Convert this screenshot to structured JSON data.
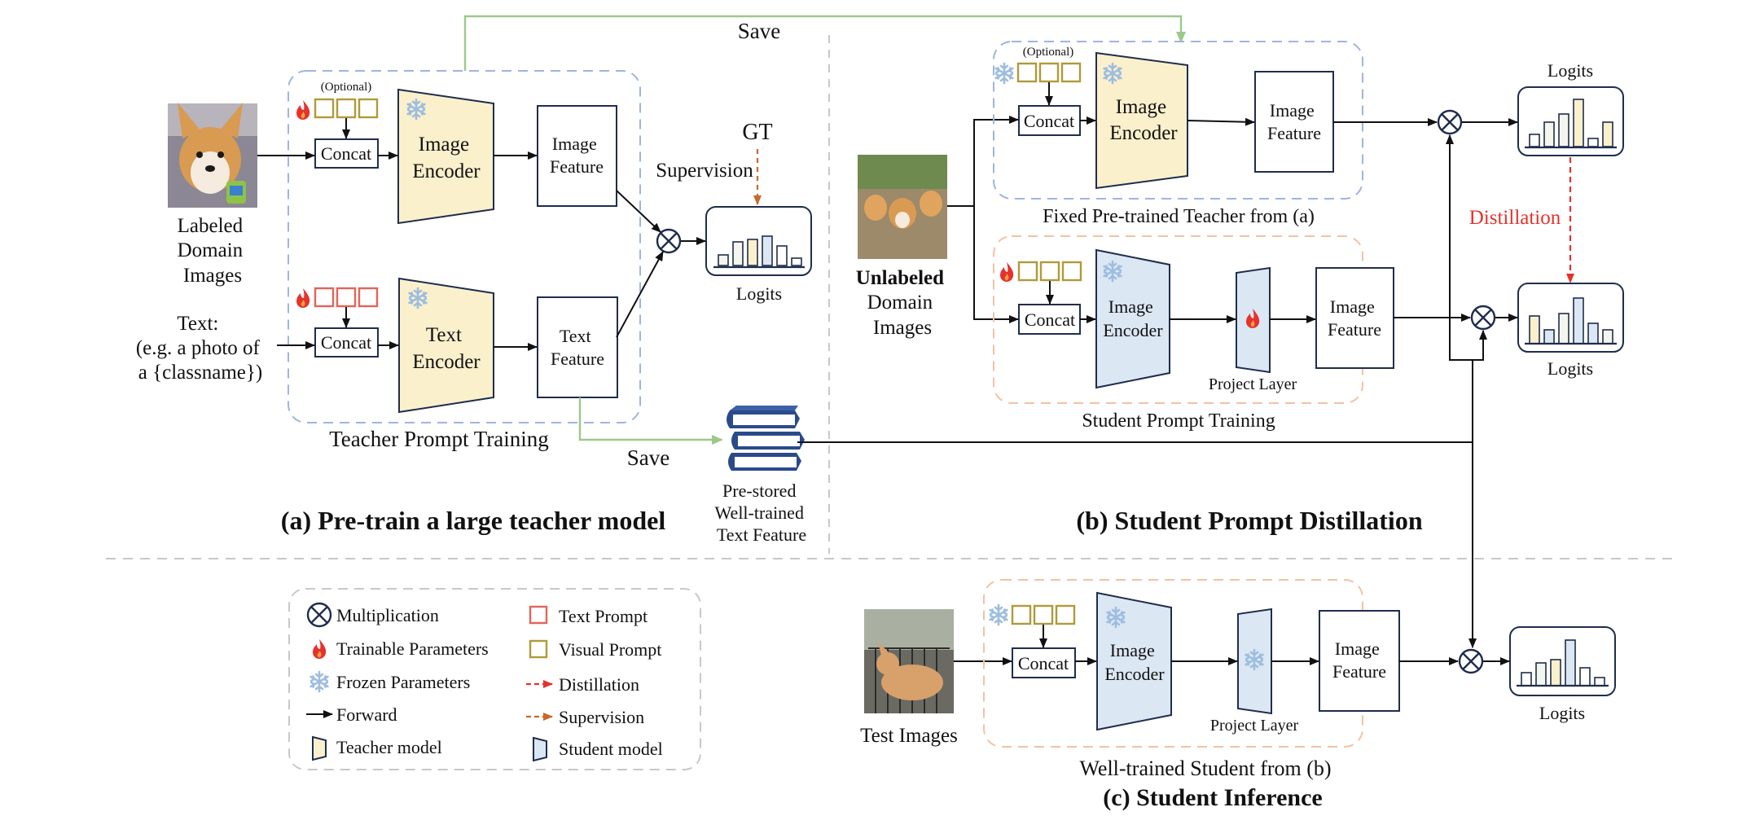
{
  "panel_a": {
    "input_lines": [
      "Labeled",
      "Domain",
      "Images"
    ],
    "optional": "(Optional)",
    "text_lines": [
      "Text:",
      "(e.g. a photo of",
      "a {classname})"
    ],
    "concat": "Concat",
    "image_encoder": [
      "Image",
      "Encoder"
    ],
    "text_encoder": [
      "Text",
      "Encoder"
    ],
    "image_feature": [
      "Image",
      "Feature"
    ],
    "text_feature": [
      "Text",
      "Feature"
    ],
    "gt": "GT",
    "supervision": "Supervision",
    "logits": "Logits",
    "box_caption": "Teacher Prompt Training",
    "save_top": "Save",
    "save_bottom": "Save",
    "prestored": [
      "Pre-stored",
      "Well-trained",
      "Text Feature"
    ],
    "title": "(a) Pre-train a large teacher model"
  },
  "panel_b": {
    "optional": "(Optional)",
    "concat": "Concat",
    "image_encoder": [
      "Image",
      "Encoder"
    ],
    "image_feature": [
      "Image",
      "Feature"
    ],
    "teacher_caption": "Fixed Pre-trained Teacher from (a)",
    "input_lines": [
      "Unlabeled",
      "Domain",
      "Images"
    ],
    "project_layer": "Project Layer",
    "student_caption": "Student Prompt Training",
    "distillation": "Distillation",
    "logits_top": "Logits",
    "logits_bottom": "Logits",
    "title": "(b) Student Prompt Distillation"
  },
  "panel_c": {
    "input": "Test Images",
    "concat": "Concat",
    "image_encoder": [
      "Image",
      "Encoder"
    ],
    "image_feature": [
      "Image",
      "Feature"
    ],
    "project_layer": "Project Layer",
    "caption": "Well-trained Student from (b)",
    "logits": "Logits",
    "title": "(c) Student Inference"
  },
  "legend": {
    "multiplication": "Multiplication",
    "trainable": "Trainable Parameters",
    "frozen": "Frozen Parameters",
    "forward": "Forward",
    "teacher_model": "Teacher model",
    "text_prompt": "Text Prompt",
    "visual_prompt": "Visual Prompt",
    "distillation": "Distillation",
    "supervision": "Supervision",
    "student_model": "Student model"
  },
  "colors": {
    "teacher_fill": "#fbf0cc",
    "student_fill": "#dce7f4",
    "dashed_blue": "#9fb5dd",
    "dashed_orange": "#f3c2a2",
    "save_green": "#9cc98a",
    "distill_red": "#e5322d",
    "supervision_orange": "#c8692a",
    "visual_prompt": "#b09a3a",
    "text_prompt": "#e26459",
    "frozen_blue": "#9dbde0",
    "navy": "#1f2d4d"
  }
}
